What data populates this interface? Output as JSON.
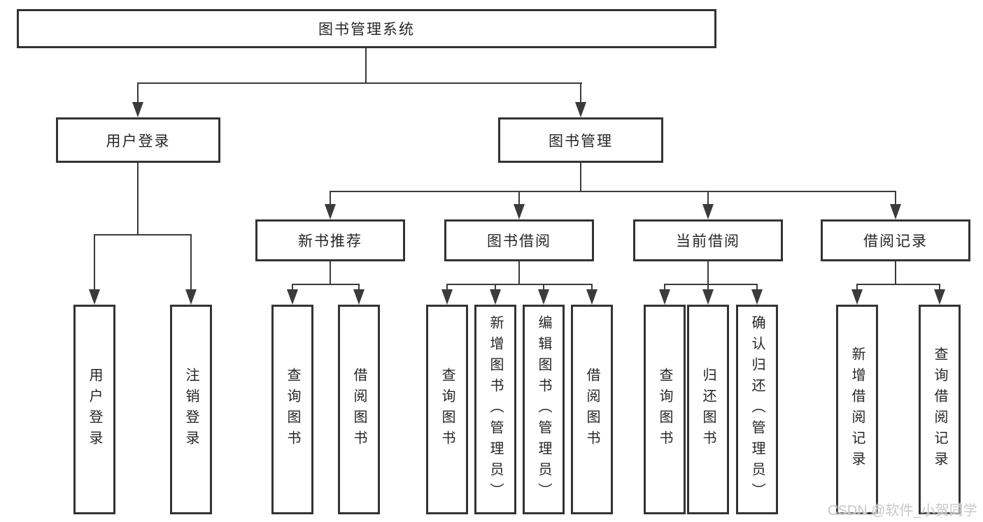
{
  "tree": {
    "root": "图书管理系统",
    "branches": [
      {
        "label": "用户登录",
        "leaves": [
          "用户登录",
          "注销登录"
        ]
      },
      {
        "label": "图书管理",
        "children": [
          {
            "label": "新书推荐",
            "leaves": [
              "查询图书",
              "借阅图书"
            ]
          },
          {
            "label": "图书借阅",
            "leaves": [
              "查询图书",
              "新增图书（管理员）",
              "编辑图书（管理员）",
              "借阅图书"
            ]
          },
          {
            "label": "当前借阅",
            "leaves": [
              "查询图书",
              "归还图书",
              "确认归还（管理员）"
            ]
          },
          {
            "label": "借阅记录",
            "leaves": [
              "新增借阅记录",
              "查询借阅记录"
            ]
          }
        ]
      }
    ]
  },
  "watermark": "CSDN @软件_小贺同学",
  "colors": {
    "line": "#3b3b3b",
    "box_border": "#333333",
    "text": "#262626",
    "background": "#ffffff",
    "watermark": "#c8c8c8"
  }
}
